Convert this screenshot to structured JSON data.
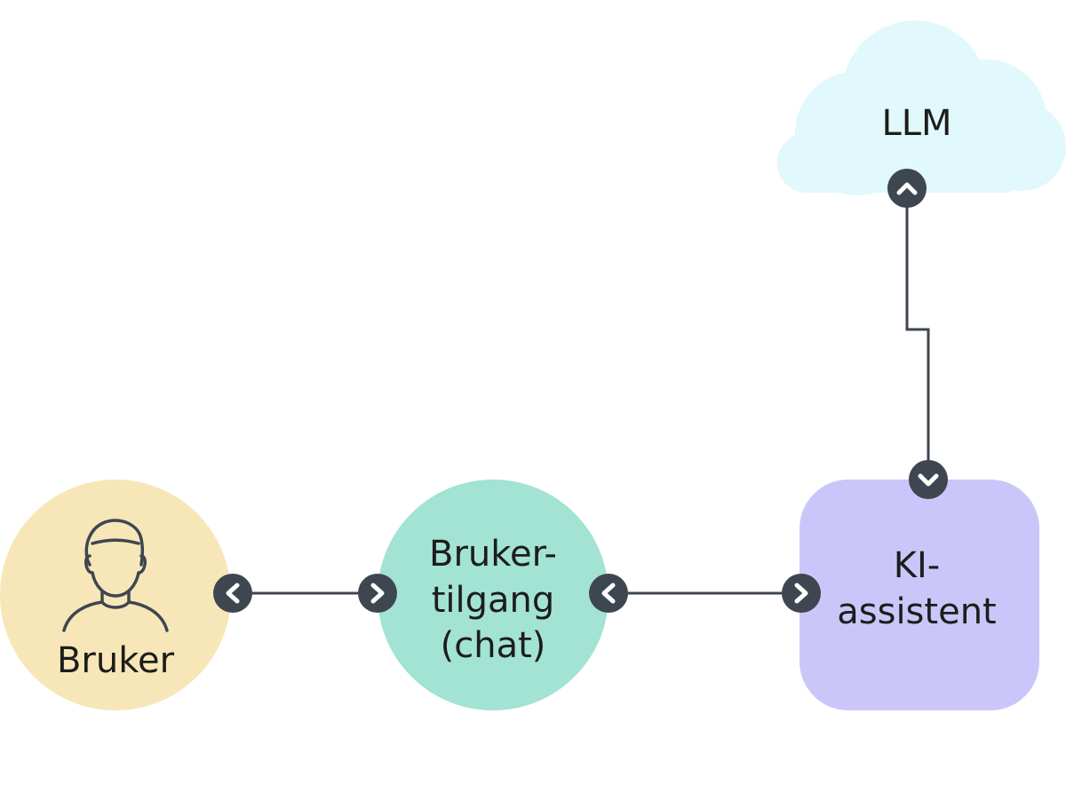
{
  "colors": {
    "bruker_fill": "#f7e7b8",
    "chat_fill": "#a2e3d3",
    "assistant_fill": "#cbc6f9",
    "llm_fill": "#e1f8fc",
    "connector": "#3e4650",
    "port": "#3e4650"
  },
  "nodes": {
    "bruker": {
      "label": "Bruker",
      "icon": "user-icon"
    },
    "chat": {
      "label_lines": [
        "Bruker-",
        "tilgang",
        "(chat)"
      ]
    },
    "assistant": {
      "label_lines": [
        "KI-",
        "assistent"
      ]
    },
    "llm": {
      "label": "LLM",
      "shape": "cloud"
    }
  },
  "connections": [
    {
      "from": "bruker",
      "to": "chat",
      "bidirectional": true
    },
    {
      "from": "chat",
      "to": "assistant",
      "bidirectional": true
    },
    {
      "from": "assistant",
      "to": "llm",
      "bidirectional": true
    }
  ]
}
